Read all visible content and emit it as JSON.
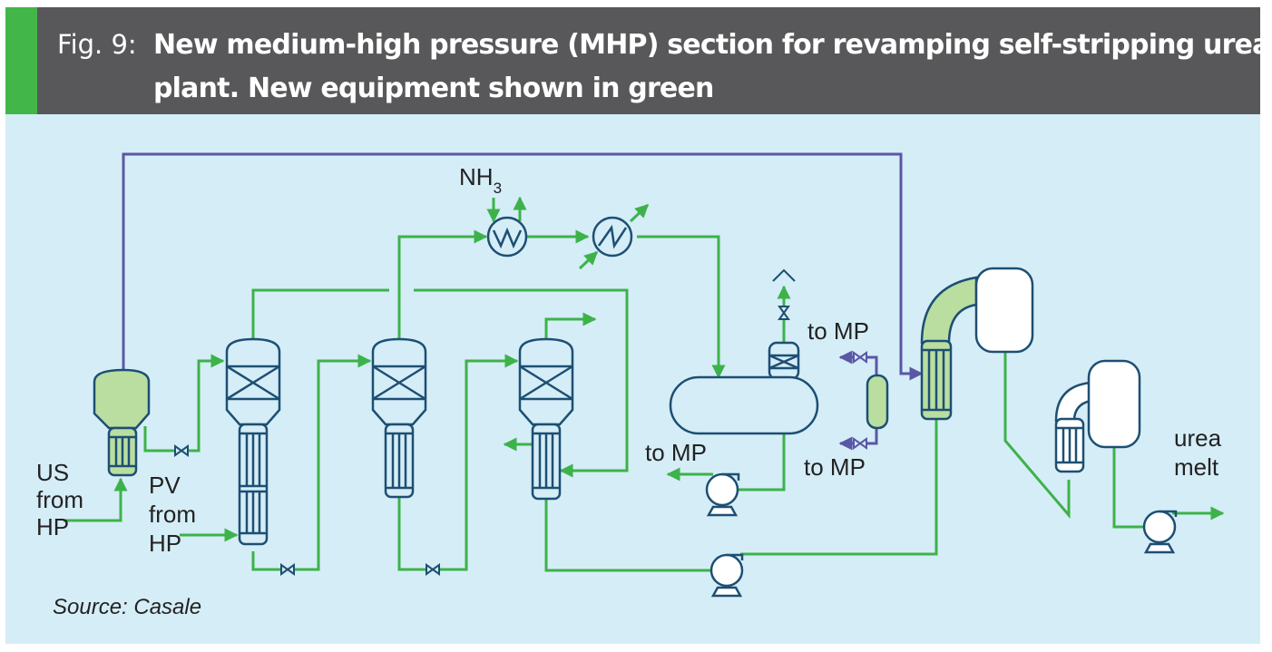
{
  "figure": {
    "prefix": "Fig. 9:",
    "title_line1": "New medium-high pressure (MHP) section for revamping self-stripping urea",
    "title_line2": "plant. New equipment shown in green",
    "source": "Source: Casale"
  },
  "labels": {
    "us": "US",
    "us_from": "from",
    "us_hp": "HP",
    "pv": "PV",
    "pv_from": "from",
    "pv_hp": "HP",
    "nh3_main": "NH",
    "nh3_sub": "3",
    "to_mp_top": "to MP",
    "to_mp_left": "to MP",
    "to_mp_bottom": "to MP",
    "urea": "urea",
    "melt": "melt"
  },
  "colors": {
    "header_bg": "#58585a",
    "accent": "#43b649",
    "panel_bg": "#d5edf7",
    "new_line": "#3db24a",
    "existing_line": "#5a57a6",
    "equipment_stroke": "#1d4f73",
    "new_fill": "#b9dea0",
    "existing_fill": "#ffffff"
  }
}
